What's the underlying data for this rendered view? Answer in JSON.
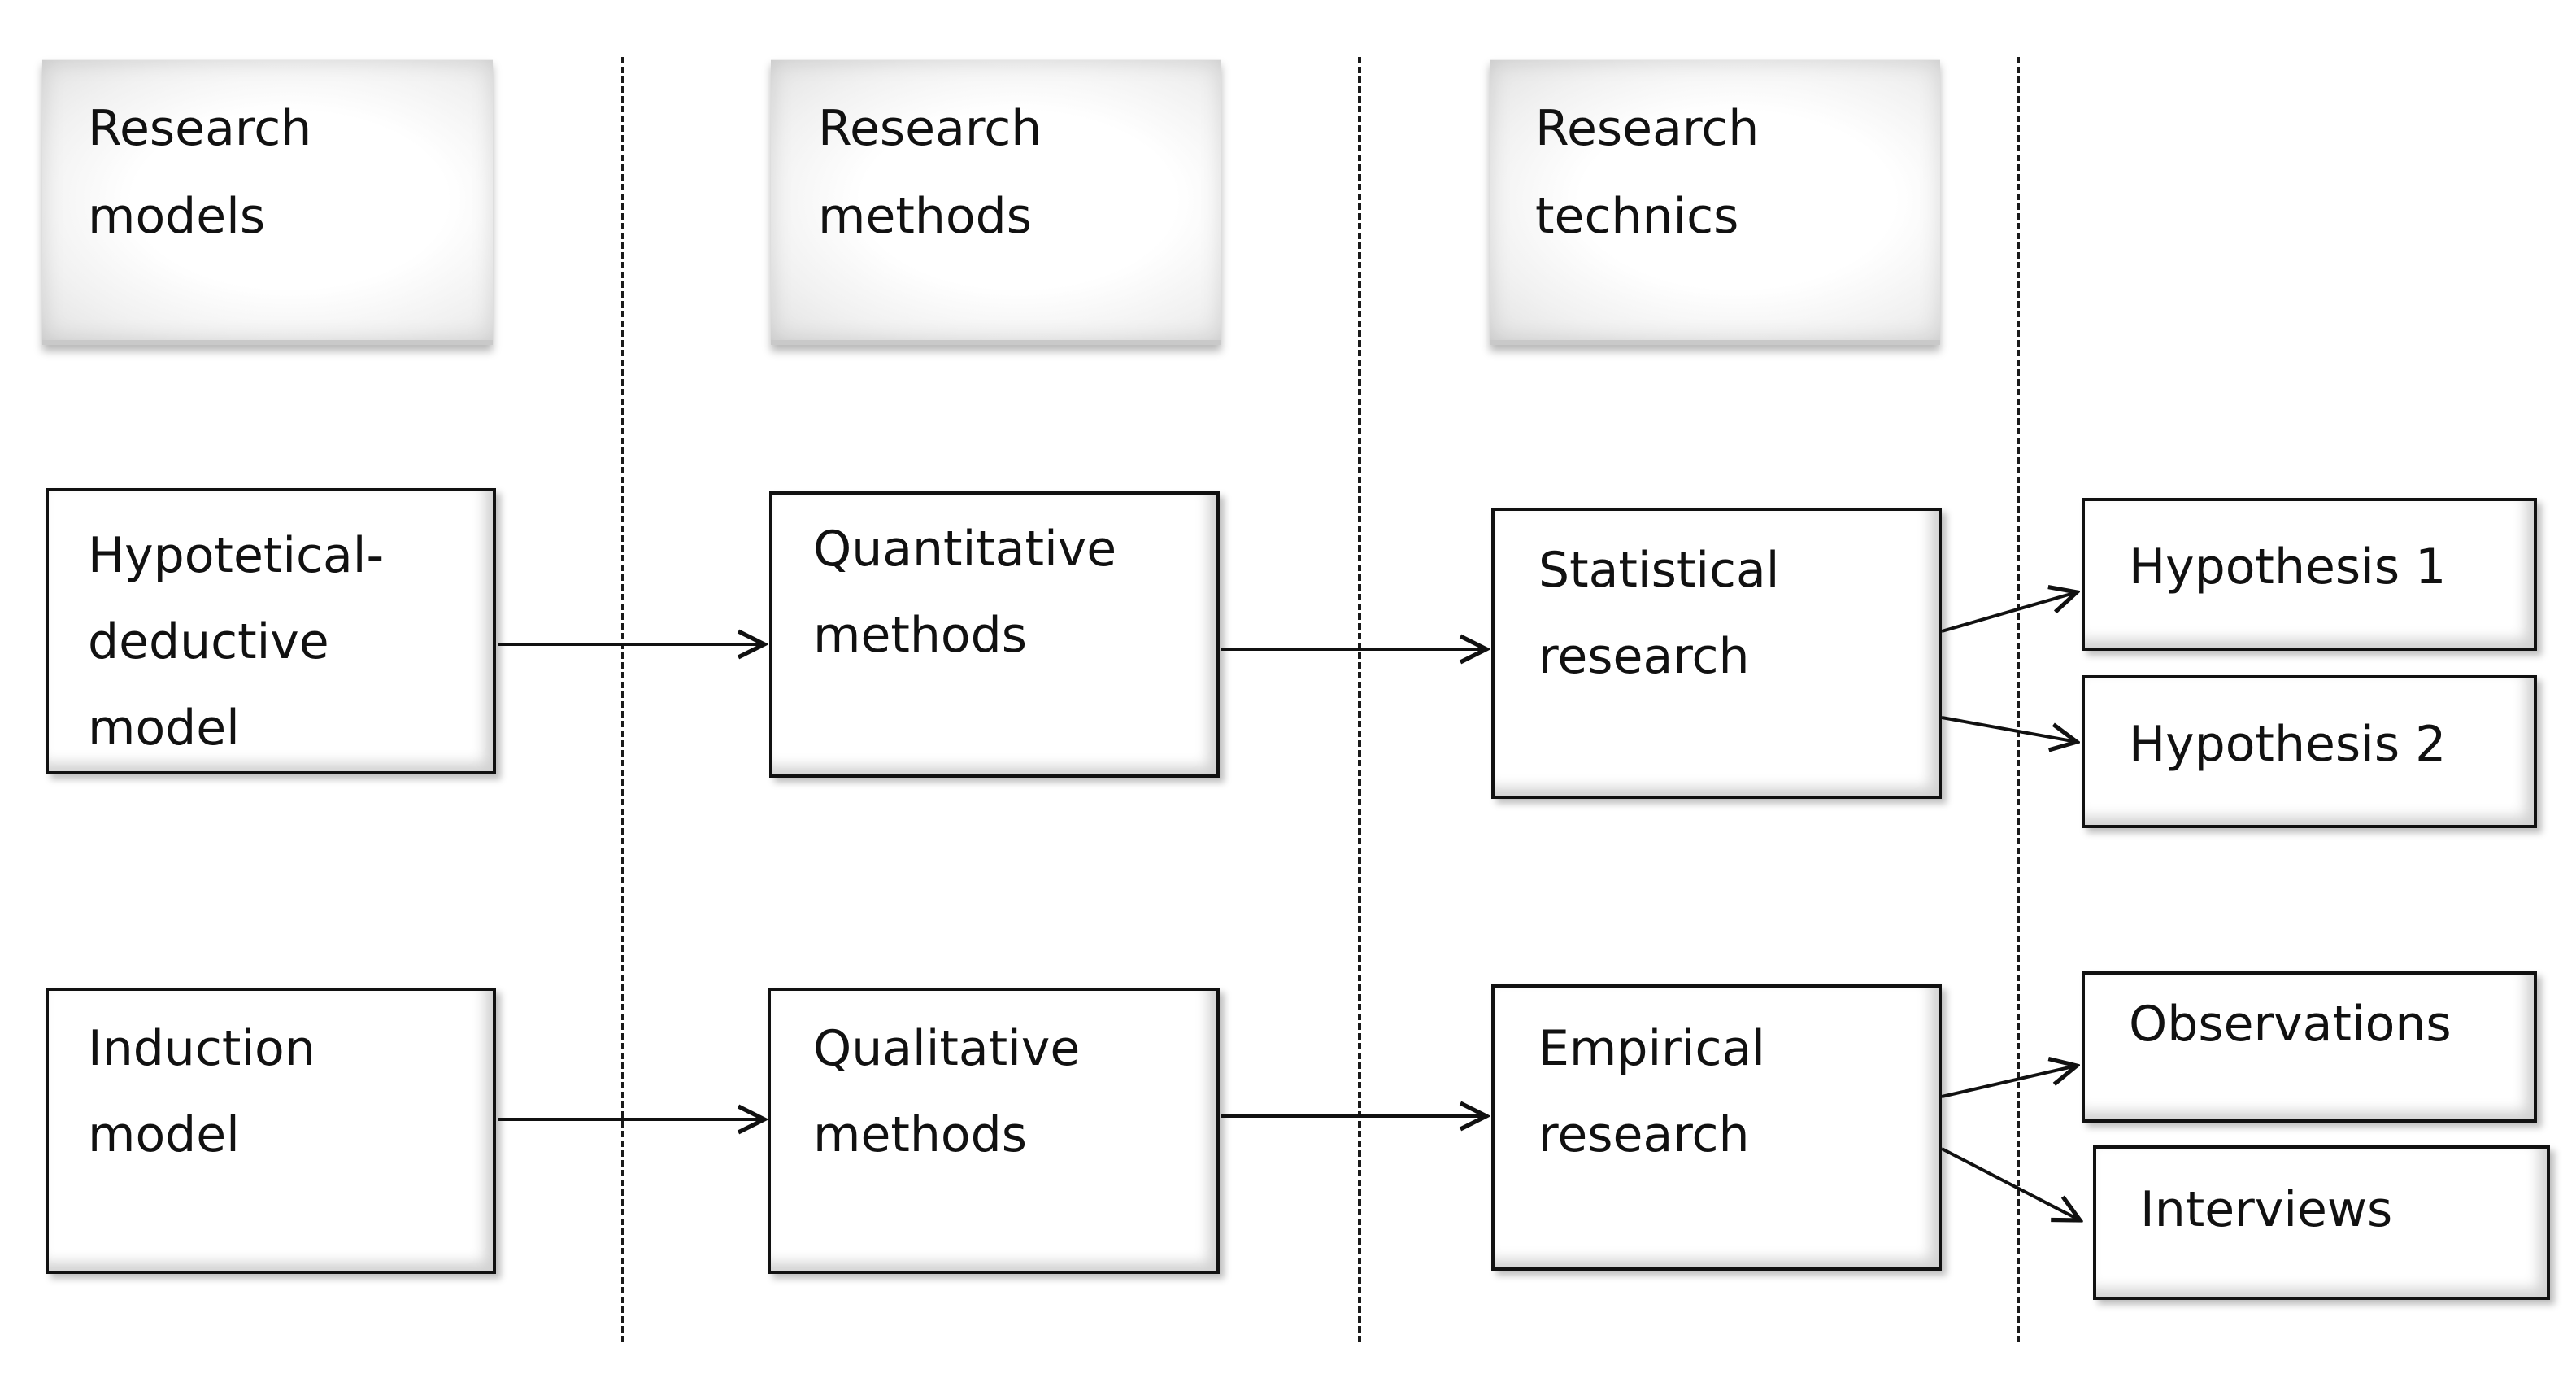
{
  "headers": {
    "models": "Research\nmodels",
    "methods": "Research\nmethods",
    "technics": "Research\ntechnics"
  },
  "models": {
    "hypothetical_deductive": "Hypotetical-\ndeductive\nmodel",
    "induction": "Induction\nmodel"
  },
  "methods": {
    "quantitative": "Quantitative\nmethods",
    "qualitative": "Qualitative\nmethods"
  },
  "technics": {
    "statistical": "Statistical\nresearch",
    "empirical": "Empirical\nresearch"
  },
  "outcomes": {
    "hypothesis_1": "Hypothesis 1",
    "hypothesis_2": "Hypothesis 2",
    "observations": "Observations",
    "interviews": "Interviews"
  }
}
